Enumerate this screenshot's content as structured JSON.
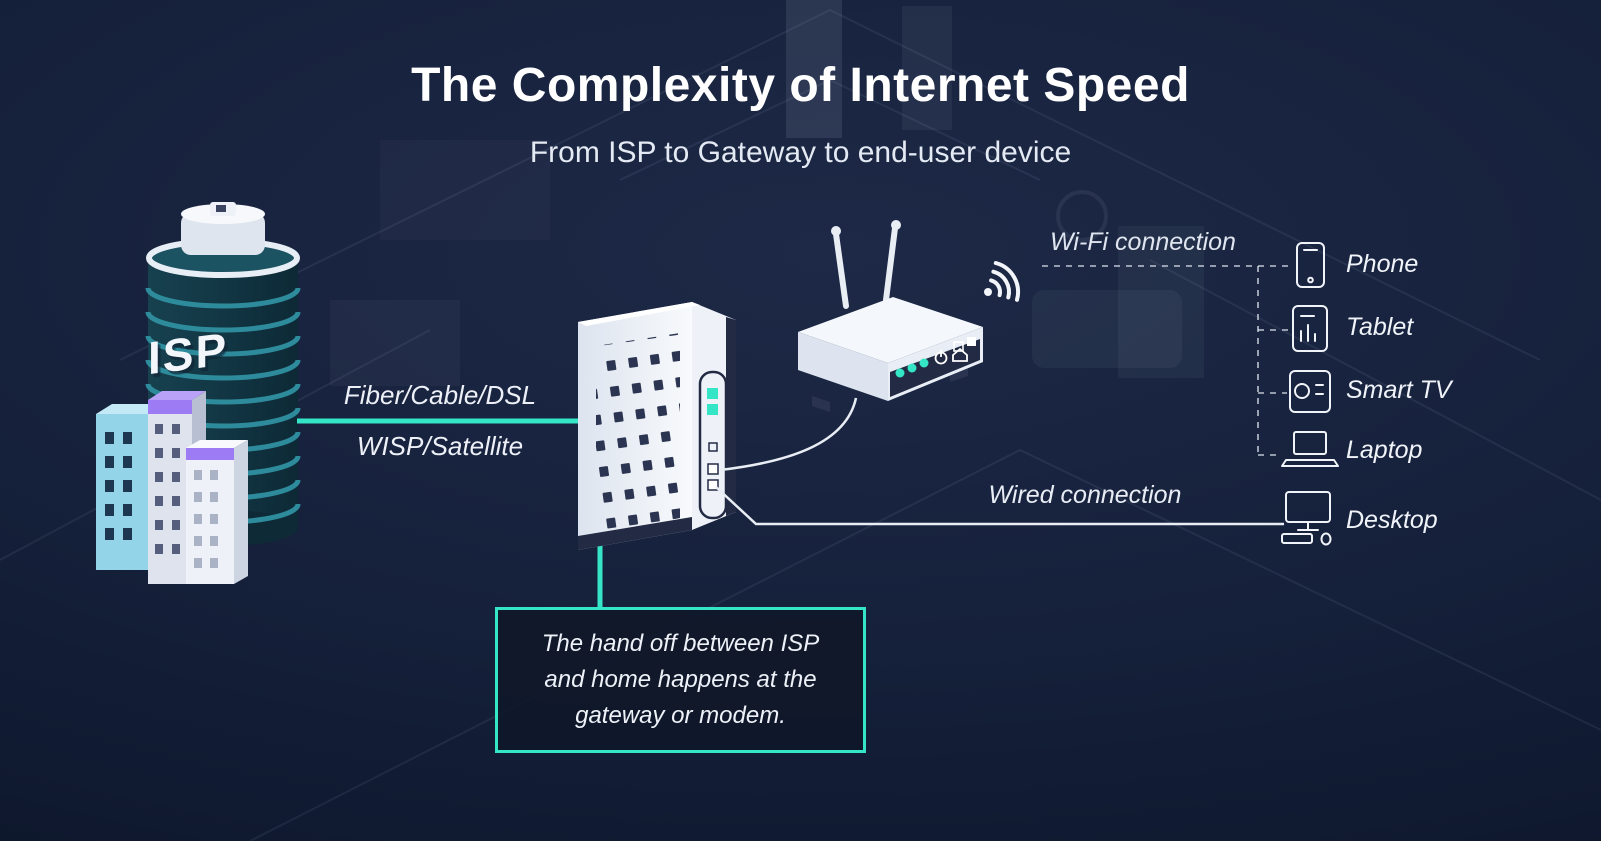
{
  "header": {
    "title": "The Complexity of Internet Speed",
    "subtitle": "From ISP to Gateway to end-user device"
  },
  "isp_building": {
    "label": "ISP"
  },
  "connections": {
    "fiber_label": "Fiber/Cable/DSL",
    "wisp_label": "WISP/Satellite",
    "wifi_label": "Wi-Fi connection",
    "wired_label": "Wired connection"
  },
  "devices": [
    {
      "label": "Phone",
      "icon": "phone-icon"
    },
    {
      "label": "Tablet",
      "icon": "tablet-icon"
    },
    {
      "label": "Smart TV",
      "icon": "smart-tv-icon"
    },
    {
      "label": "Laptop",
      "icon": "laptop-icon"
    },
    {
      "label": "Desktop",
      "icon": "desktop-icon"
    }
  ],
  "callout": {
    "text": "The hand off between ISP and home happens at the gateway or modem."
  },
  "colors": {
    "background": "#121b2f",
    "accent": "#34e5c6",
    "text_primary": "#ffffff",
    "building_blue": "#93d4e8",
    "building_purple": "#9d7bf5"
  }
}
